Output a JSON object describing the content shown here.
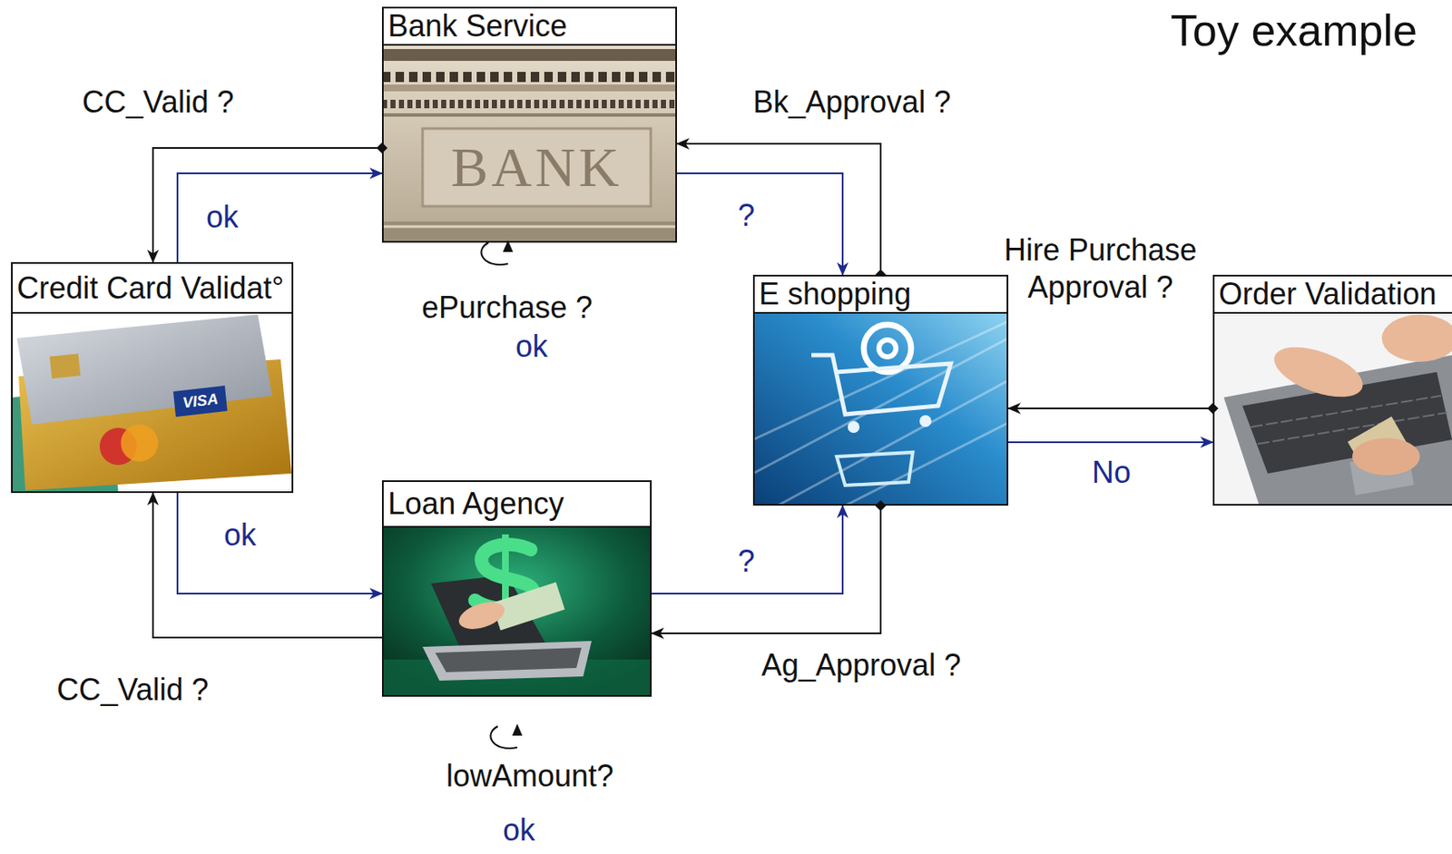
{
  "diagram": {
    "title": "Toy example",
    "nodes": [
      {
        "text": [
          "Bank Service"
        ]
      },
      {
        "text": [
          "Credit Card Validat°"
        ]
      },
      {
        "text": [
          "E shopping"
        ]
      },
      {
        "text": [
          "Order Validation"
        ]
      },
      {
        "text": [
          "Loan Agency"
        ]
      }
    ],
    "edges": [
      {
        "from": 0,
        "to": 1,
        "label": "CC_Valid ?",
        "arrow": "to"
      },
      {
        "from": 1,
        "to": 0,
        "label": "ok",
        "arrow": "to"
      },
      {
        "from": 2,
        "to": 0,
        "label": "Bk_Approval ?",
        "arrow": "to"
      },
      {
        "from": 0,
        "to": 2,
        "label": "?",
        "arrow": "to"
      },
      {
        "from": 3,
        "to": 2,
        "label": "Hire Purchase Approval ?",
        "arrow": "to"
      },
      {
        "from": 2,
        "to": 3,
        "label": "No",
        "arrow": "to"
      },
      {
        "from": 2,
        "to": 4,
        "label": "Ag_Approval ?",
        "arrow": "to"
      },
      {
        "from": 4,
        "to": 2,
        "label": "?",
        "arrow": "to"
      },
      {
        "from": 4,
        "to": 1,
        "label": "CC_Valid ?",
        "arrow": "to"
      },
      {
        "from": 1,
        "to": 4,
        "label": "ok",
        "arrow": "to"
      }
    ],
    "labels": [
      "BANK",
      "VISA",
      "ePurchase ?",
      "ok",
      "lowAmount?",
      "ok"
    ]
  }
}
